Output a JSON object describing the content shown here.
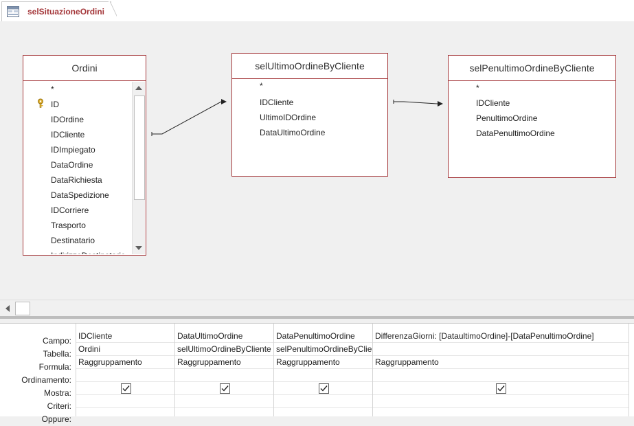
{
  "tab": {
    "title": "selSituazioneOrdini"
  },
  "tables": [
    {
      "title": "Ordini",
      "fields": [
        "*",
        "ID",
        "IDOrdine",
        "IDCliente",
        "IDImpiegato",
        "DataOrdine",
        "DataRichiesta",
        "DataSpedizione",
        "IDCorriere",
        "Trasporto",
        "Destinatario",
        "IndirizzoDestinatario"
      ],
      "key_field": "ID"
    },
    {
      "title": "selUltimoOrdineByCliente",
      "fields": [
        "*",
        "IDCliente",
        "UltimoIDOrdine",
        "DataUltimoOrdine"
      ]
    },
    {
      "title": "selPenultimoOrdineByCliente",
      "fields": [
        "*",
        "IDCliente",
        "PenultimoOrdine",
        "DataPenultimoOrdine"
      ]
    }
  ],
  "grid": {
    "row_labels": [
      "Campo:",
      "Tabella:",
      "Formula:",
      "Ordinamento:",
      "Mostra:",
      "Criteri:",
      "Oppure:"
    ],
    "columns": [
      {
        "campo": "IDCliente",
        "tabella": "Ordini",
        "formula": "Raggruppamento",
        "mostra": true
      },
      {
        "campo": "DataUltimoOrdine",
        "tabella": "selUltimoOrdineByCliente",
        "formula": "Raggruppamento",
        "mostra": true
      },
      {
        "campo": "DataPenultimoOrdine",
        "tabella": "selPenultimoOrdineByCliente",
        "formula": "Raggruppamento",
        "mostra": true
      },
      {
        "campo": "DifferenzaGiorni: [DataultimoOrdine]-[DataPenultimoOrdine]",
        "tabella": "",
        "formula": "Raggruppamento",
        "mostra": true
      }
    ]
  },
  "colors": {
    "accent": "#a4373a"
  }
}
